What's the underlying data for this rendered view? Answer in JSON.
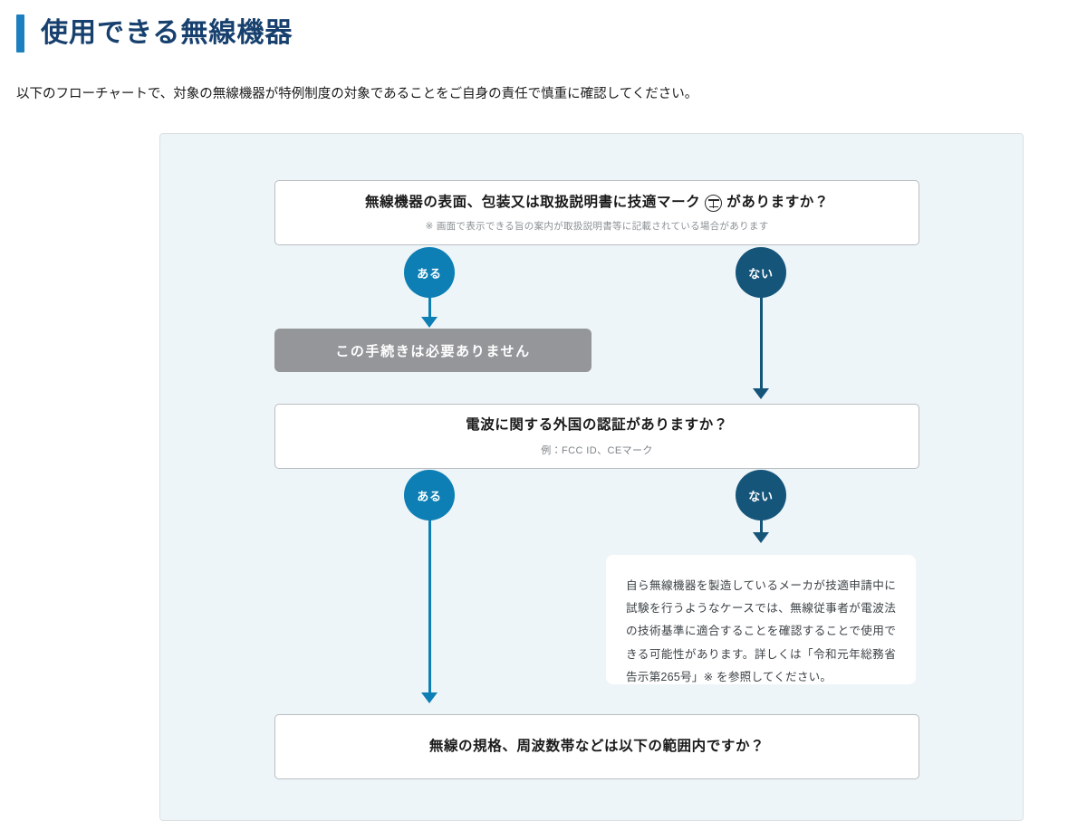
{
  "page": {
    "title": "使用できる無線機器",
    "lead": "以下のフローチャートで、対象の無線機器が特例制度の対象であることをご自身の責任で慎重に確認してください。",
    "accent_color": "#1b7fc0",
    "title_color": "#17406e"
  },
  "flowchart": {
    "panel_background": "#eef5f8",
    "yes_color": "#0d7fb5",
    "no_color": "#15557a",
    "terminal_color": "#949699",
    "nodes": {
      "q1": {
        "title_before_mark": "無線機器の表面、包装又は取扱説明書に技適マーク",
        "mark_icon": "giteki-mark",
        "title_after_mark": "がありますか？",
        "note": "※ 画面で表示できる旨の案内が取扱説明書等に記載されている場合があります"
      },
      "q1_yes_label": "ある",
      "q1_no_label": "ない",
      "terminal1": {
        "label": "この手続きは必要ありません"
      },
      "q2": {
        "title": "電波に関する外国の認証がありますか？",
        "sub": "例：FCC ID、CEマーク"
      },
      "q2_yes_label": "ある",
      "q2_no_label": "ない",
      "note_card": {
        "text": "自ら無線機器を製造しているメーカが技適申請中に試験を行うようなケースでは、無線従事者が電波法の技術基準に適合することを確認することで使用できる可能性があります。詳しくは「令和元年総務省告示第265号」※ を参照してください。"
      },
      "q3": {
        "title": "無線の規格、周波数帯などは以下の範囲内ですか？"
      }
    }
  }
}
